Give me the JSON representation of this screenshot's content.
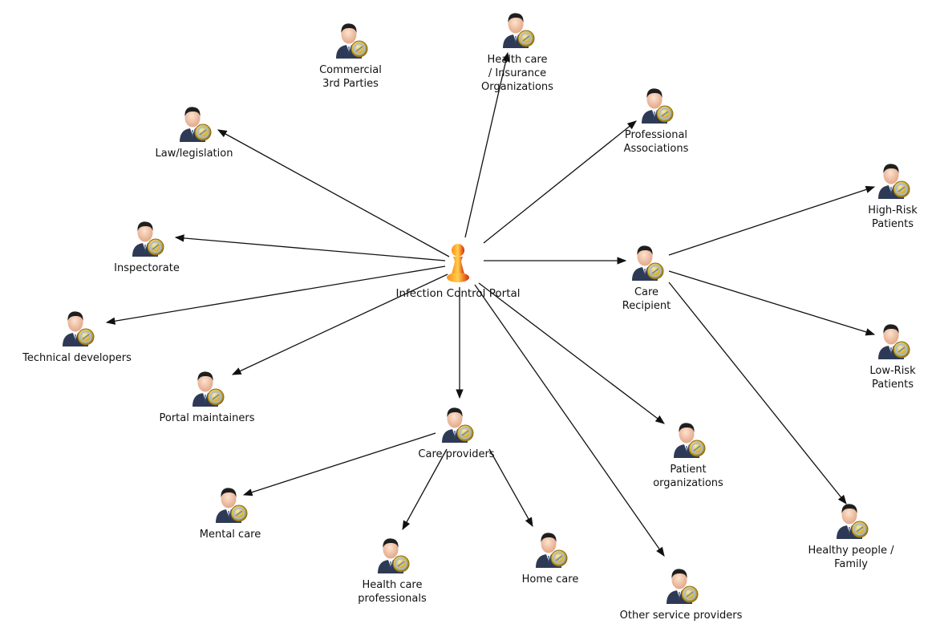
{
  "hub": {
    "label": "Infection Control Portal"
  },
  "nodes": {
    "commercial": {
      "label": "Commercial\n3rd Parties"
    },
    "insurance": {
      "label": "Health care\n/ Insurance\nOrganizations"
    },
    "professional": {
      "label": "Professional\nAssociations"
    },
    "law": {
      "label": "Law/legislation"
    },
    "inspectorate": {
      "label": "Inspectorate"
    },
    "technical": {
      "label": "Technical developers"
    },
    "maintainers": {
      "label": "Portal maintainers"
    },
    "care_providers": {
      "label": "Care providers"
    },
    "mental": {
      "label": "Mental care"
    },
    "hc_professionals": {
      "label": "Health care professionals"
    },
    "home_care": {
      "label": "Home care"
    },
    "other_services": {
      "label": "Other service providers"
    },
    "patient_orgs": {
      "label": "Patient\norganizations"
    },
    "care_recipient": {
      "label": "Care\nRecipient"
    },
    "high_risk": {
      "label": "High-Risk\nPatients"
    },
    "low_risk": {
      "label": "Low-Risk\nPatients"
    },
    "healthy": {
      "label": "Healthy people /\nFamily"
    }
  },
  "edges": [
    {
      "from": "hub",
      "to": "insurance"
    },
    {
      "from": "hub",
      "to": "professional"
    },
    {
      "from": "hub",
      "to": "law"
    },
    {
      "from": "hub",
      "to": "inspectorate"
    },
    {
      "from": "hub",
      "to": "technical"
    },
    {
      "from": "hub",
      "to": "maintainers"
    },
    {
      "from": "hub",
      "to": "care_providers"
    },
    {
      "from": "hub",
      "to": "patient_orgs"
    },
    {
      "from": "hub",
      "to": "other_services"
    },
    {
      "from": "hub",
      "to": "care_recipient"
    },
    {
      "from": "care_recipient",
      "to": "high_risk"
    },
    {
      "from": "care_recipient",
      "to": "low_risk"
    },
    {
      "from": "care_recipient",
      "to": "healthy"
    },
    {
      "from": "care_providers",
      "to": "mental"
    },
    {
      "from": "care_providers",
      "to": "hc_professionals"
    },
    {
      "from": "care_providers",
      "to": "home_care"
    }
  ],
  "colors": {
    "edge": "#111111",
    "coin": "#d9b43c",
    "suit": "#2e3a55"
  }
}
